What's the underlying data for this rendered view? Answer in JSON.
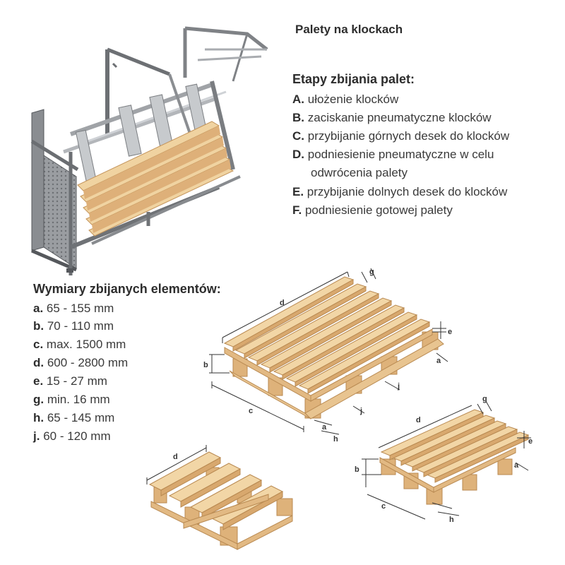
{
  "title": "Palety na klockach",
  "stages": {
    "heading": "Etapy zbijania palet:",
    "items": [
      {
        "key": "A.",
        "text": "ułożenie klocków"
      },
      {
        "key": "B.",
        "text": "zaciskanie pneumatyczne klocków"
      },
      {
        "key": "C.",
        "text": "przybijanie górnych desek do klocków"
      },
      {
        "key": "D.",
        "text": "podniesienie pneumatyczne w celu"
      },
      {
        "key": "",
        "text": "odwrócenia palety"
      },
      {
        "key": "E.",
        "text": "przybijanie dolnych desek do klocków"
      },
      {
        "key": "F.",
        "text": "podniesienie gotowej palety"
      }
    ]
  },
  "dimensions": {
    "heading": "Wymiary zbijanych elementów:",
    "items": [
      {
        "key": "a.",
        "text": "65 - 155 mm"
      },
      {
        "key": "b.",
        "text": "70 - 110 mm"
      },
      {
        "key": "c.",
        "text": "max. 1500 mm"
      },
      {
        "key": "d.",
        "text": "600 - 2800 mm"
      },
      {
        "key": "e.",
        "text": "15 - 27 mm"
      },
      {
        "key": "g.",
        "text": "min. 16 mm"
      },
      {
        "key": "h.",
        "text": "65 - 145 mm"
      },
      {
        "key": "j.",
        "text": "60 - 120 mm"
      }
    ]
  },
  "diagram_labels": {
    "a": "a",
    "b": "b",
    "c": "c",
    "d": "d",
    "e": "e",
    "g": "g",
    "h": "h",
    "j": "j"
  },
  "colors": {
    "wood_top": "#f1d4a4",
    "wood_side": "#deb27a",
    "wood_dark": "#c99a60",
    "machine": "#8a8d91",
    "machine_dark": "#55585c"
  }
}
